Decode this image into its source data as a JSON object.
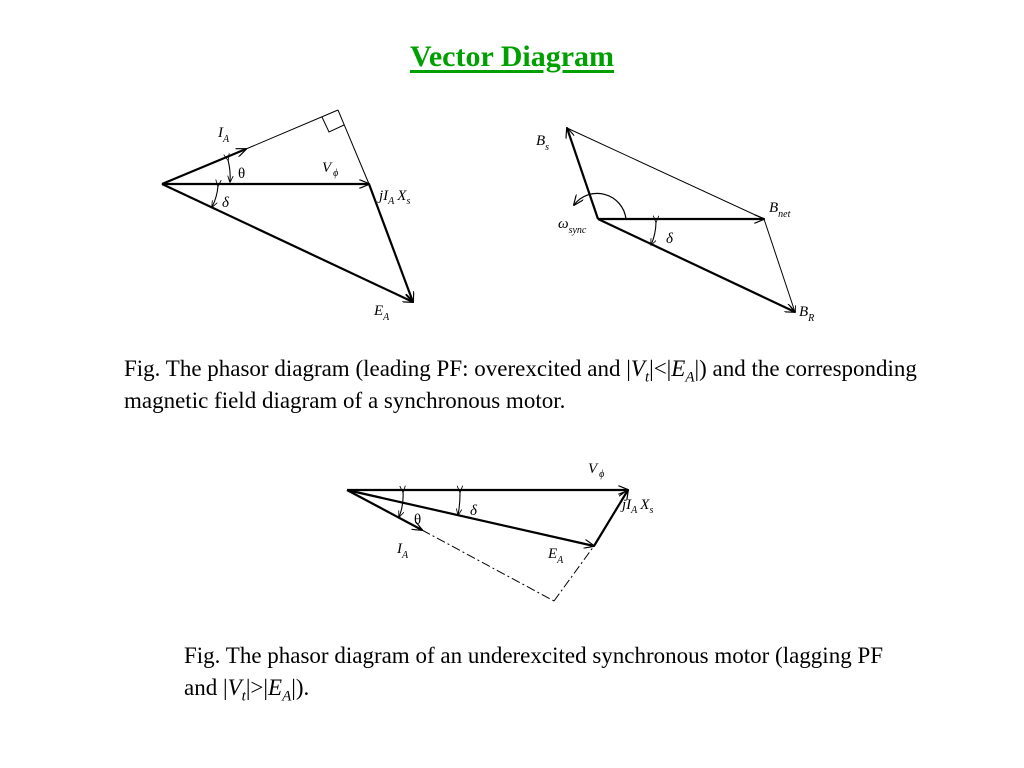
{
  "title": "Vector Diagram",
  "colors": {
    "title": "#00a000",
    "lines": "#000000"
  },
  "diagram1": {
    "I": "I",
    "I_sub": "A",
    "theta": "θ",
    "V": "V",
    "V_sub": "ϕ",
    "j": "jI",
    "j_sub": "A",
    "X": "X",
    "X_sub": "s",
    "delta": "δ",
    "E": "E",
    "E_sub": "A"
  },
  "diagram2": {
    "Bs": "B",
    "Bs_sub": "s",
    "omega": "ω",
    "omega_sub": "sync",
    "Bnet": "B",
    "Bnet_sub": "net",
    "delta": "δ",
    "BR": "B",
    "BR_sub": "R"
  },
  "diagram3": {
    "V": "V",
    "V_sub": "ϕ",
    "delta": "δ",
    "j": "jI",
    "j_sub": "A",
    "X": "X",
    "X_sub": "s",
    "theta": "θ",
    "I": "I",
    "I_sub": "A",
    "E": "E",
    "E_sub": "A"
  },
  "caption1": {
    "p1": "Fig. The phasor diagram (leading PF: overexcited and |",
    "v": "V",
    "v_sub": "t",
    "p2": "|<|",
    "e": "E",
    "e_sub": "A",
    "p3": "|) and the corresponding magnetic field diagram of a synchronous motor."
  },
  "caption2": {
    "p1": "Fig. The phasor diagram of an underexcited synchronous motor (lagging PF and |",
    "v": "V",
    "v_sub": "t",
    "p2": "|>|",
    "e": "E",
    "e_sub": "A",
    "p3": "|)."
  }
}
